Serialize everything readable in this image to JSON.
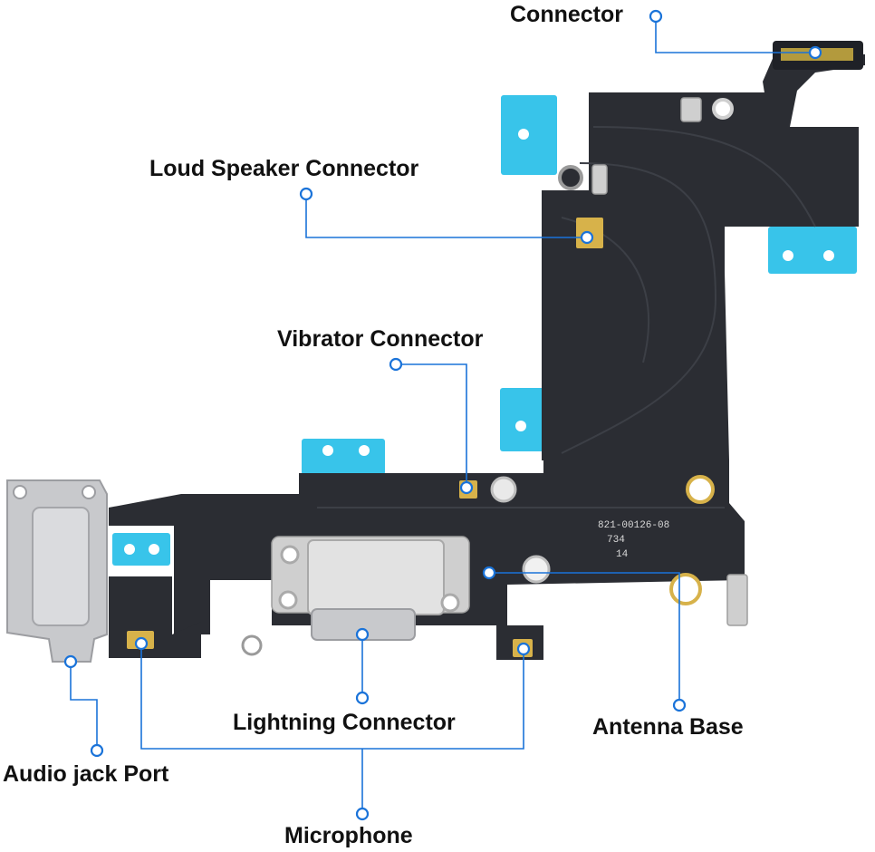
{
  "colors": {
    "accent": "#1a73d9",
    "flex_cable": "#2b2d33",
    "flex_cable_dark": "#1f2127",
    "adhesive_tape": "#38c4ea",
    "metal": "#cfcfcf",
    "gold": "#d7b24a",
    "port_housing": "#c8c9cc"
  },
  "labels": {
    "connector": "Connector",
    "loud_speaker_connector": "Loud Speaker Connector",
    "vibrator_connector": "Vibrator Connector",
    "lightning_connector": "Lightning Connector",
    "antenna_base": "Antenna Base",
    "audio_jack_port": "Audio jack Port",
    "microphone": "Microphone"
  },
  "board": {
    "part_number": "821-00126-08",
    "line2": "734",
    "line3": "14"
  }
}
